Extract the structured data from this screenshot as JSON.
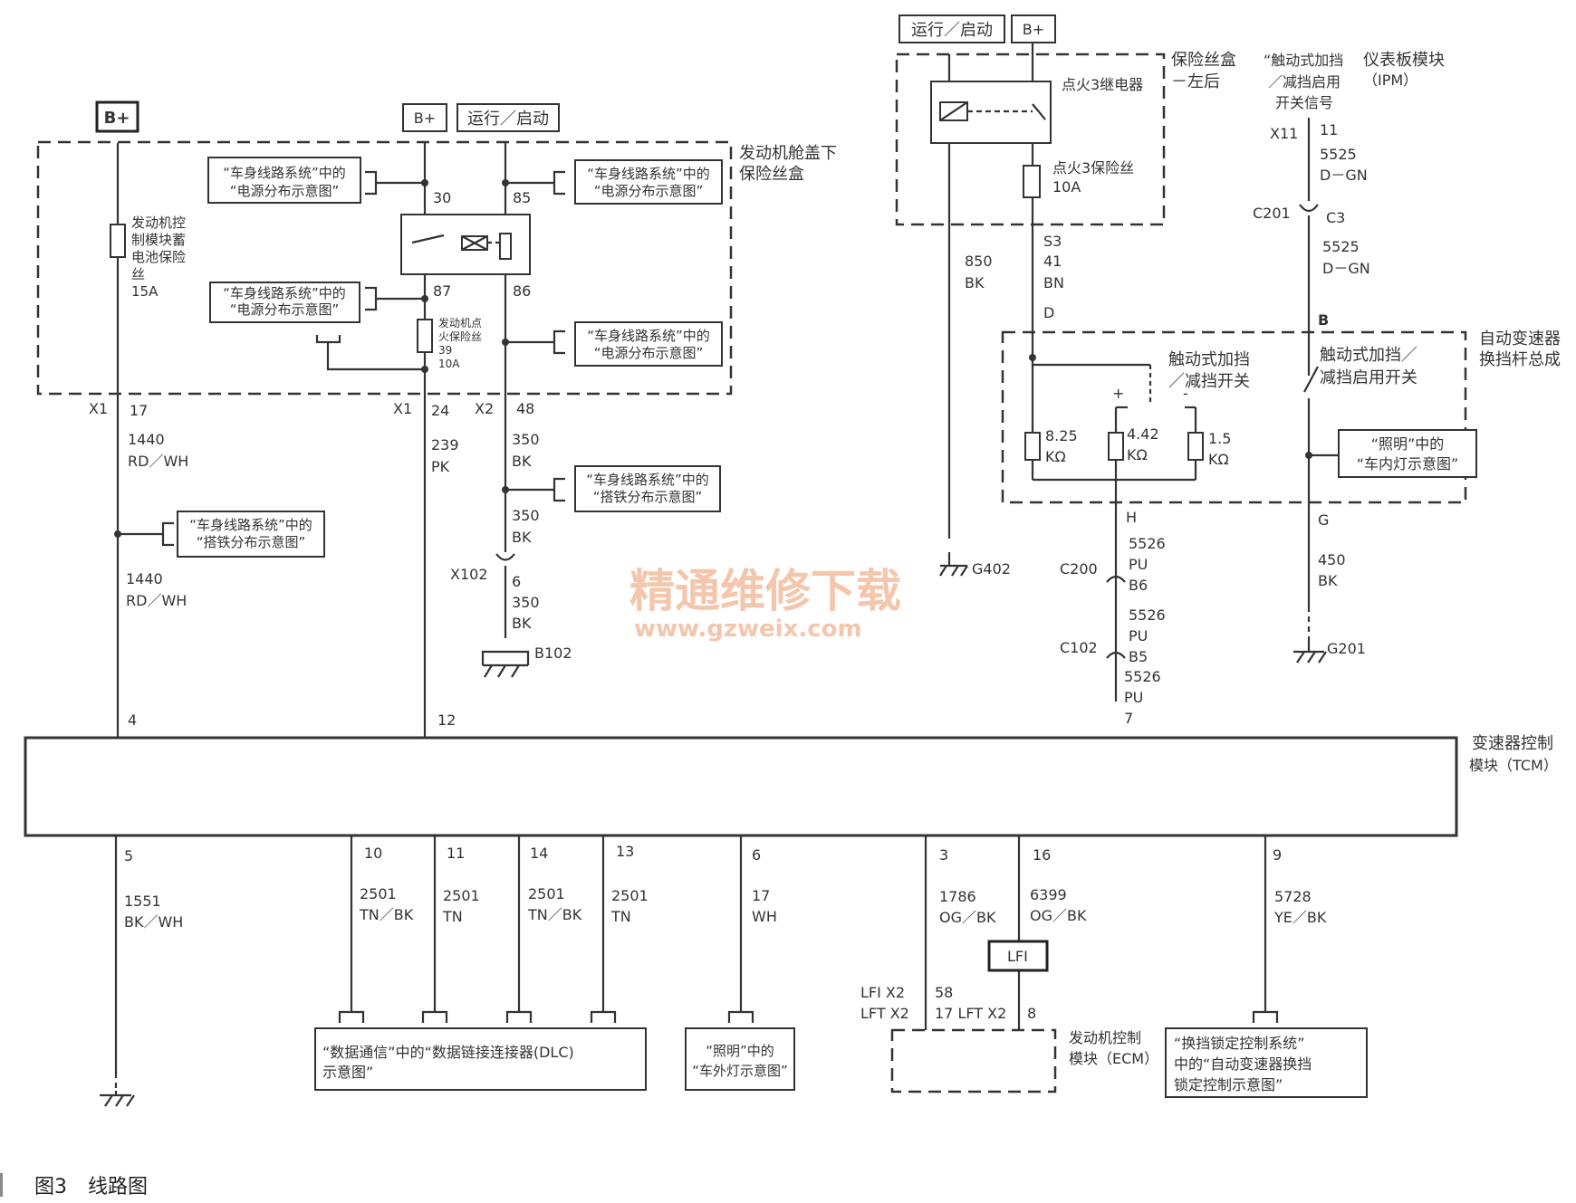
{
  "figure": {
    "caption_num": "图3",
    "caption_title": "线路图",
    "watermark_cn": "精通维修下载",
    "watermark_url": "www.gzweix.com"
  },
  "power": {
    "bplus": "B+",
    "run_start": "运行／启动"
  },
  "boxes": {
    "underhood_1": "发动机舱盖下",
    "underhood_2": "保险丝盒",
    "fusebox_lr_1": "保险丝盒",
    "fusebox_lr_2": "－左后",
    "tap_1": "“触动式加挡",
    "tap_2": "／减挡启用",
    "tap_3": "开关信号",
    "ipm_1": "仪表板模块",
    "ipm_2": "（IPM）",
    "shift_1": "自动变速器",
    "shift_2": "换挡杆总成",
    "tcm_1": "变速器控制",
    "tcm_2": "模块（TCM）",
    "ecm_1": "发动机控制",
    "ecm_2": "模块（ECM）",
    "lfi_box": "LFI"
  },
  "refs": {
    "pwr_a": "“车身线路系统”中的",
    "pwr_b": "“电源分布示意图”",
    "gnd_a": "“车身线路系统”中的",
    "gnd_b": "“搭铁分布示意图”",
    "lamp_in_a": "“照明”中的",
    "lamp_in_b": "“车内灯示意图”",
    "dlc_a": "“数据通信”中的“数据链接连接器(DLC)",
    "dlc_b": "示意图”",
    "lamp_out_a": "“照明”中的",
    "lamp_out_b": "“车外灯示意图”",
    "lock_a": "“换挡锁定控制系统”",
    "lock_b": "中的“自动变速器换挡",
    "lock_c": "锁定控制示意图”"
  },
  "labels": {
    "fuse_ecm_1": "发动机控",
    "fuse_ecm_2": "制模块蓄",
    "fuse_ecm_3": "电池保险",
    "fuse_ecm_4": "丝",
    "fuse_ecm_5": "15A",
    "fuse_ign_1": "发动机点",
    "fuse_ign_2": "火保险丝",
    "fuse_ign_3": "39",
    "fuse_ign_4": "10A",
    "relay_ign3": "点火3继电器",
    "fuse_ign3_1": "点火3保险丝",
    "fuse_ign3_2": "10A",
    "tap_sw_1": "触动式加挡",
    "tap_sw_2": "／减挡开关",
    "tap_en_1": "触动式加挡／",
    "tap_en_2": "减挡启用开关",
    "r1": "8.25",
    "r2": "4.42",
    "r3": "1.5",
    "kohm": "KΩ",
    "plus": "+",
    "minus": "-"
  },
  "wires": {
    "p30": "30",
    "p85": "85",
    "p87": "87",
    "p86": "86",
    "x1a": "X1",
    "x1b": "X1",
    "x2": "X2",
    "p17": "17",
    "p24": "24",
    "p48": "48",
    "w1440": "1440",
    "rdwh": "RD／WH",
    "w239": "239",
    "pk": "PK",
    "w350": "350",
    "bk": "BK",
    "x102": "X102",
    "p6a": "6",
    "b102": "B102",
    "w850": "850",
    "s3": "S3",
    "w41": "41",
    "bn": "BN",
    "pd": "D",
    "g402": "G402",
    "x11": "X11",
    "p11": "11",
    "w5525": "5525",
    "dgn": "D－GN",
    "c201": "C201",
    "c3": "C3",
    "pb": "B",
    "ph": "H",
    "w5526": "5526",
    "pu": "PU",
    "c200": "C200",
    "b6": "B6",
    "c102": "C102",
    "b5": "B5",
    "p7": "7",
    "pg": "G",
    "w450": "450",
    "g201": "G201",
    "p4": "4",
    "p12": "12",
    "p5": "5",
    "w1551": "1551",
    "bkwh": "BK／WH",
    "p10": "10",
    "p11b": "11",
    "p14": "14",
    "p13": "13",
    "w2501": "2501",
    "tnbk": "TN／BK",
    "tn": "TN",
    "p6": "6",
    "w17": "17",
    "wh": "WH",
    "p3": "3",
    "w1786": "1786",
    "ogbk": "OG／BK",
    "p16": "16",
    "w6399": "6399",
    "lfi_x2": "LFI X2",
    "lft_x2": "LFT X2",
    "p58": "58",
    "lft17": "17 LFT X2",
    "p8": "8",
    "p9": "9",
    "w5728": "5728",
    "yebk": "YE／BK"
  }
}
